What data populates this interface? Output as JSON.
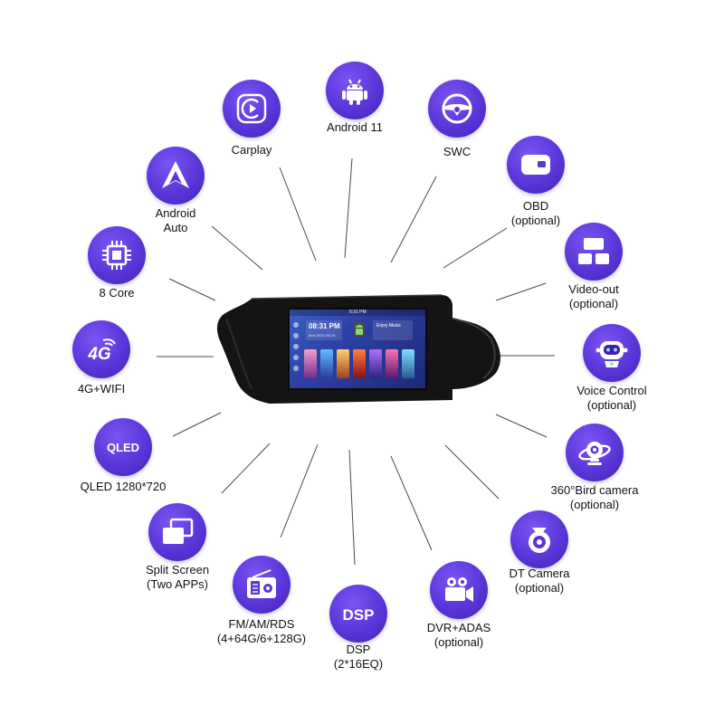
{
  "colors": {
    "icon_circle": "#5a35d8",
    "icon_glyph": "#ffffff",
    "ray_line": "#4a4a4a",
    "head_unit": "#111111"
  },
  "features": [
    {
      "id": "android",
      "icon": "android-robot-icon",
      "lines": [
        "Android 11"
      ]
    },
    {
      "id": "swc",
      "icon": "steering-wheel-icon",
      "lines": [
        "SWC"
      ]
    },
    {
      "id": "obd",
      "icon": "obd-module-icon",
      "lines": [
        "OBD",
        "(optional)"
      ]
    },
    {
      "id": "video-out",
      "icon": "video-out-screens-icon",
      "lines": [
        "Video-out",
        "(optional)"
      ]
    },
    {
      "id": "voice-control",
      "icon": "voice-assistant-robot-icon",
      "lines": [
        "Voice Control",
        "(optional)"
      ]
    },
    {
      "id": "bird-camera",
      "icon": "360-camera-icon",
      "lines": [
        "360°Bird camera",
        "(optional)"
      ]
    },
    {
      "id": "dt-camera",
      "icon": "dt-camera-icon",
      "lines": [
        "DT Camera",
        "(optional)"
      ]
    },
    {
      "id": "dvr-adas",
      "icon": "video-camera-icon",
      "lines": [
        "DVR+ADAS",
        "(optional)"
      ]
    },
    {
      "id": "dsp",
      "icon": "dsp-text-icon",
      "lines": [
        "DSP",
        "(2*16EQ)"
      ]
    },
    {
      "id": "fm-am-rds",
      "icon": "radio-icon",
      "lines": [
        "FM/AM/RDS",
        "(4+64G/6+128G)"
      ]
    },
    {
      "id": "split-screen",
      "icon": "split-screen-icon",
      "lines": [
        "Split Screen",
        "(Two APPs)"
      ]
    },
    {
      "id": "qled",
      "icon": "qled-text-icon",
      "lines": [
        "QLED 1280*720"
      ]
    },
    {
      "id": "4g-wifi",
      "icon": "4g-icon",
      "lines": [
        "4G+WIFI"
      ]
    },
    {
      "id": "8-core",
      "icon": "cpu-chip-icon",
      "lines": [
        "8 Core"
      ]
    },
    {
      "id": "android-auto",
      "icon": "android-auto-icon",
      "lines": [
        "Android",
        "Auto"
      ]
    },
    {
      "id": "carplay",
      "icon": "carplay-icon",
      "lines": [
        "Carplay"
      ]
    }
  ],
  "icon_text": {
    "dsp": "DSP",
    "qled": "QLED",
    "4g": "4G"
  },
  "head_unit": {
    "status_time": "5:31 PM",
    "clock": "08:31 PM",
    "clock_date": "Mon   2021-08-19",
    "music": "Enjoy Music"
  }
}
